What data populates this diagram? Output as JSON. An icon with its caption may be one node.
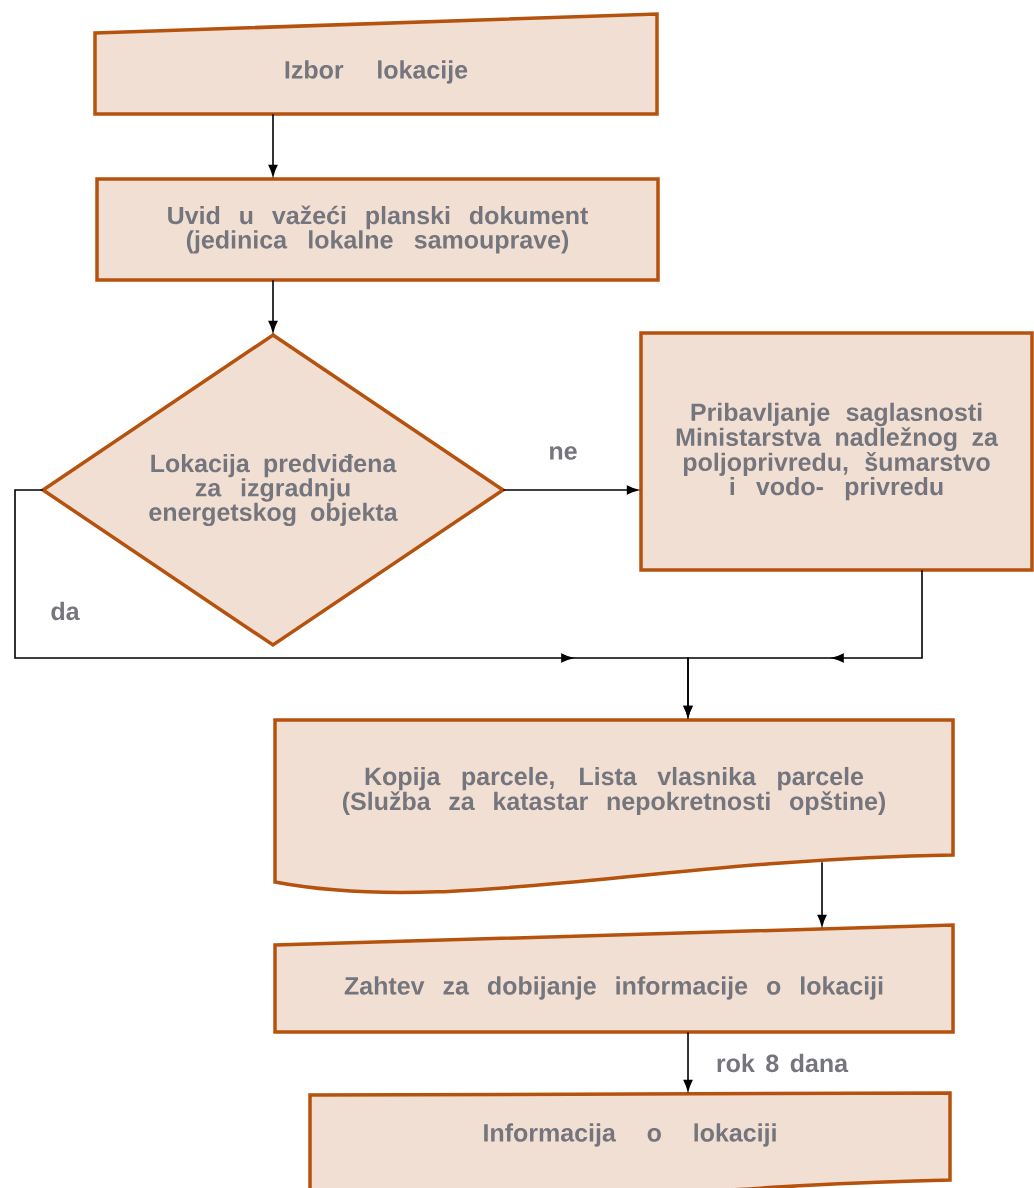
{
  "diagram": {
    "nodes": [
      {
        "text": [
          "Izbor lokacije"
        ]
      },
      {
        "text": [
          "Uvid u važeći planski dokument (jedinica lokalne samouprave)"
        ]
      },
      {
        "text": [
          "Lokacija predviđena za izgradnju energetskog objekta"
        ]
      },
      {
        "text": [
          "Pribavljanje saglasnosti Ministarstva nadležnog za poljoprivredu, šumarstvo i vodo- privredu"
        ]
      },
      {
        "text": [
          "Kopija parcele, Lista vlasnika parcele (Služba za katastar nepokretnosti opštine)"
        ]
      },
      {
        "text": [
          "Zahtev za dobijanje informacije o lokaciji"
        ]
      },
      {
        "text": [
          "Informacija o lokaciji"
        ]
      }
    ],
    "edges": [
      {
        "from": 0,
        "to": 1,
        "arrow": "to"
      },
      {
        "from": 1,
        "to": 2,
        "arrow": "to"
      },
      {
        "from": 2,
        "to": 3,
        "arrow": "to",
        "label": "ne"
      },
      {
        "from": 2,
        "to": 4,
        "arrow": "to",
        "label": "da"
      },
      {
        "from": 3,
        "to": 4,
        "arrow": "to"
      },
      {
        "from": 4,
        "to": 5,
        "arrow": "to"
      },
      {
        "from": 5,
        "to": 6,
        "arrow": "to",
        "label": "rok 8 dana"
      }
    ]
  }
}
